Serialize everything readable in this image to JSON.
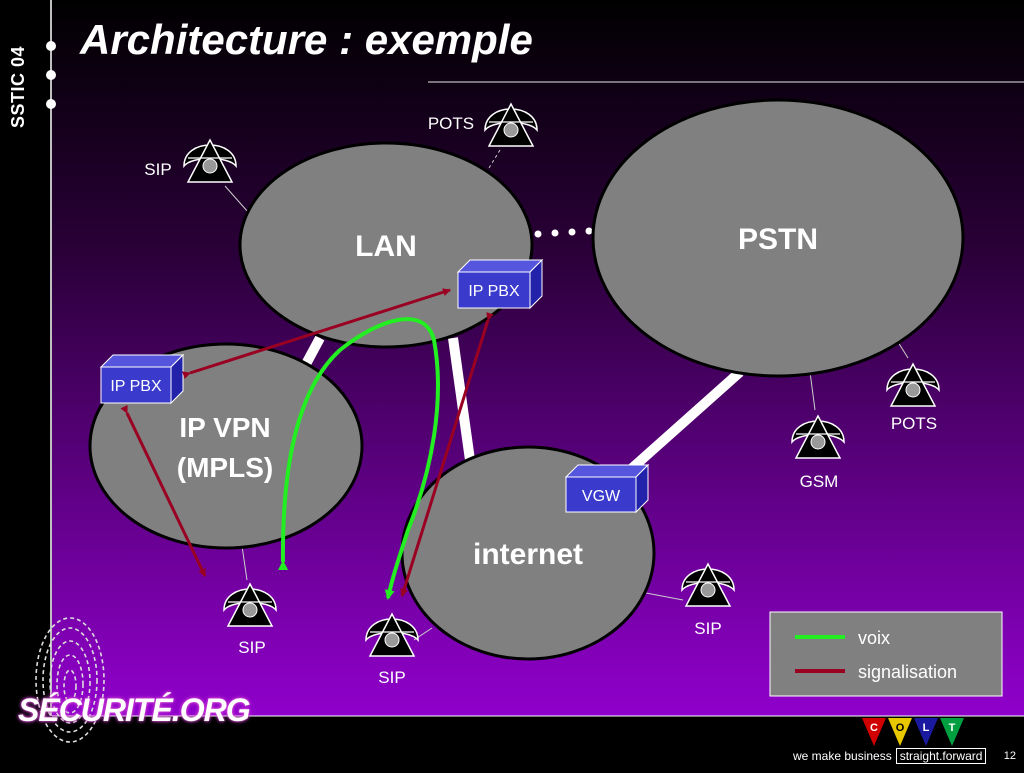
{
  "sidebar": {
    "label": "SSTIC 04"
  },
  "title": "Architecture : exemple",
  "clouds": {
    "lan": "LAN",
    "pstn": "PSTN",
    "ipvpn_line1": "IP VPN",
    "ipvpn_line2": "(MPLS)",
    "internet": "internet"
  },
  "boxes": {
    "pbx_lan": "IP PBX",
    "pbx_vpn": "IP PBX",
    "vgw": "VGW"
  },
  "phones": {
    "sip_lan": "SIP",
    "pots_lan": "POTS",
    "pots_pstn": "POTS",
    "gsm": "GSM",
    "sip_vpn": "SIP",
    "sip_mid": "SIP",
    "sip_internet": "SIP"
  },
  "legend": {
    "voice": {
      "label": "voix",
      "color": "#22ee22"
    },
    "signal": {
      "label": "signalisation",
      "color": "#990022"
    }
  },
  "logo": {
    "text": "SÉCURITÉ.ORG"
  },
  "footer": {
    "slogan": "we make business",
    "slogan_boxed": "straight.forward",
    "page": "12",
    "colt_letters": [
      "C",
      "O",
      "L",
      "T"
    ]
  },
  "colors": {
    "bg_top": "#1a0024",
    "bg_bottom": "#8f00c8",
    "cloud_fill": "#808080",
    "box_fill": "#3a3acc"
  }
}
